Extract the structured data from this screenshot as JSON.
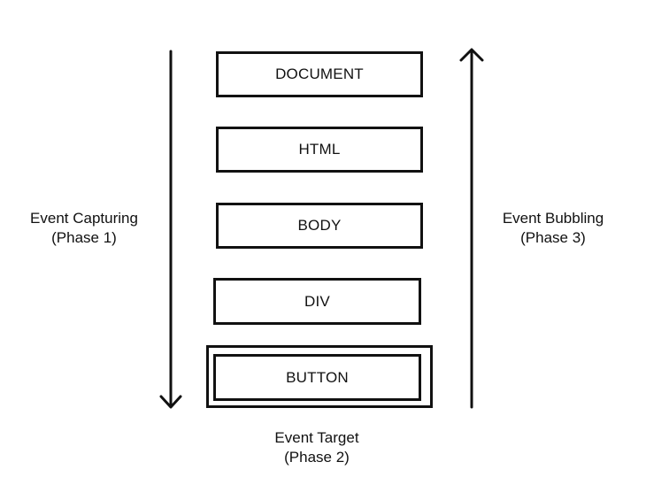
{
  "layers": [
    {
      "label": "DOCUMENT"
    },
    {
      "label": "HTML"
    },
    {
      "label": "BODY"
    },
    {
      "label": "DIV"
    },
    {
      "label": "BUTTON"
    }
  ],
  "capturing": {
    "title": "Event Capturing",
    "phase": "(Phase 1)"
  },
  "bubbling": {
    "title": "Event Bubbling",
    "phase": "(Phase 3)"
  },
  "target": {
    "title": "Event Target",
    "phase": "(Phase 2)"
  },
  "colors": {
    "stroke": "#111111",
    "background": "#ffffff"
  }
}
